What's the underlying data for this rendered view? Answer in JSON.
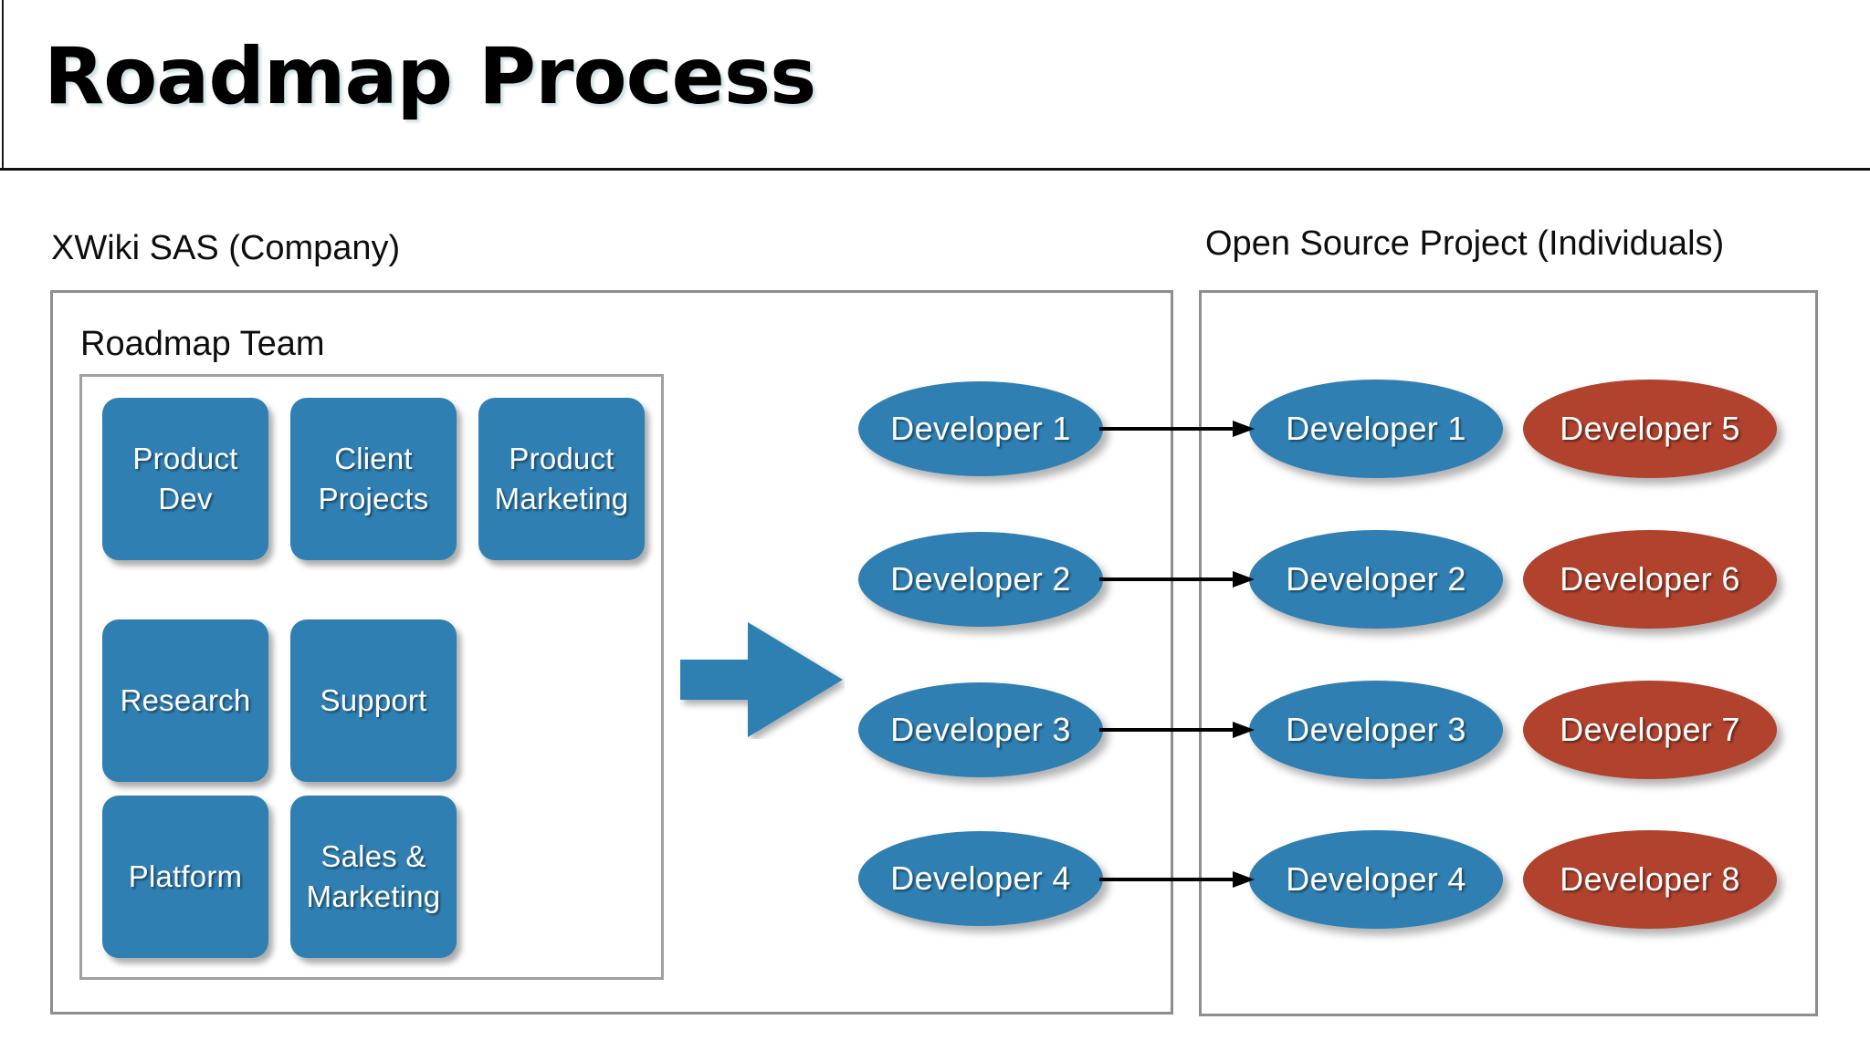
{
  "slide": {
    "title": "Roadmap Process"
  },
  "sections": {
    "company": {
      "caption": "XWiki SAS (Company)",
      "team": {
        "label": "Roadmap Team",
        "tiles": [
          {
            "label": "Product Dev",
            "color": "#2f7fb2"
          },
          {
            "label": "Client Projects",
            "color": "#2f7fb2"
          },
          {
            "label": "Product Marketing",
            "color": "#2f7fb2"
          },
          {
            "label": "Research",
            "color": "#2f7fb2"
          },
          {
            "label": "Support",
            "color": "#2f7fb2"
          },
          {
            "label": "Platform",
            "color": "#2f7fb2"
          },
          {
            "label": "Sales & Marketing",
            "color": "#2f7fb2"
          }
        ]
      },
      "developers": [
        {
          "label": "Developer 1",
          "color": "#2f7fb2"
        },
        {
          "label": "Developer 2",
          "color": "#2f7fb2"
        },
        {
          "label": "Developer 3",
          "color": "#2f7fb2"
        },
        {
          "label": "Developer 4",
          "color": "#2f7fb2"
        }
      ]
    },
    "open_source": {
      "caption": "Open Source Project (Individuals)",
      "developers_committers": [
        {
          "label": "Developer 1",
          "color": "#2f7fb2"
        },
        {
          "label": "Developer 2",
          "color": "#2f7fb2"
        },
        {
          "label": "Developer 3",
          "color": "#2f7fb2"
        },
        {
          "label": "Developer 4",
          "color": "#2f7fb2"
        }
      ],
      "developers_external": [
        {
          "label": "Developer 5",
          "color": "#b0422e"
        },
        {
          "label": "Developer 6",
          "color": "#b0422e"
        },
        {
          "label": "Developer 7",
          "color": "#b0422e"
        },
        {
          "label": "Developer 8",
          "color": "#b0422e"
        }
      ]
    }
  },
  "connectors": {
    "block_arrow": {
      "name": "team-to-developers-arrow",
      "color": "#2f7fb2",
      "direction": "right"
    },
    "links": [
      {
        "from": "Developer 1",
        "to": "Developer 1",
        "direction": "right",
        "color": "#000000"
      },
      {
        "from": "Developer 2",
        "to": "Developer 2",
        "direction": "right",
        "color": "#000000"
      },
      {
        "from": "Developer 3",
        "to": "Developer 3",
        "direction": "right",
        "color": "#000000"
      },
      {
        "from": "Developer 4",
        "to": "Developer 4",
        "direction": "right",
        "color": "#000000"
      }
    ]
  },
  "palette": {
    "blue": "#2f7fb2",
    "red": "#b0422e",
    "panel_border": "#8e8e8e",
    "inner_border": "#a0a0a0",
    "text_dark": "#0d0d0d",
    "background": "#ffffff"
  }
}
